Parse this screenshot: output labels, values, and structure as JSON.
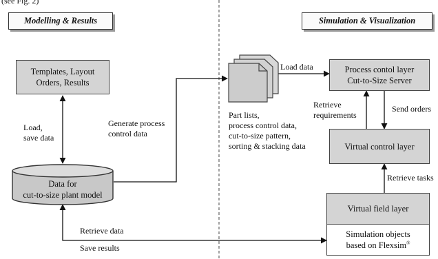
{
  "top_snippet": "(see Fig. 2)",
  "headers": {
    "left": "Modelling & Results",
    "right": "Simulation & Visualization"
  },
  "nodes": {
    "templates": [
      "Templates, Layout",
      "Orders, Results"
    ],
    "database": [
      "Data for",
      "cut-to-size plant model"
    ],
    "process_control": [
      "Process contol layer",
      "Cut-to-Size Server"
    ],
    "virtual_control": "Virtual control layer",
    "virtual_field": "Virtual field layer",
    "simulation_objects": [
      "Simulation objects",
      "based on Flexsim"
    ],
    "trademark": "®"
  },
  "labels": {
    "load_save": [
      "Load,",
      "save data"
    ],
    "generate": [
      "Generate process",
      "control data"
    ],
    "load_data": "Load data",
    "part_lists": [
      "Part lists,",
      "process control data,",
      "cut-to-size pattern,",
      "sorting & stacking data"
    ],
    "retrieve_requirements": [
      "Retrieve",
      "requirements"
    ],
    "send_orders": "Send orders",
    "retrieve_tasks": "Retrieve tasks",
    "retrieve_data": "Retrieve data",
    "save_results": "Save results"
  }
}
